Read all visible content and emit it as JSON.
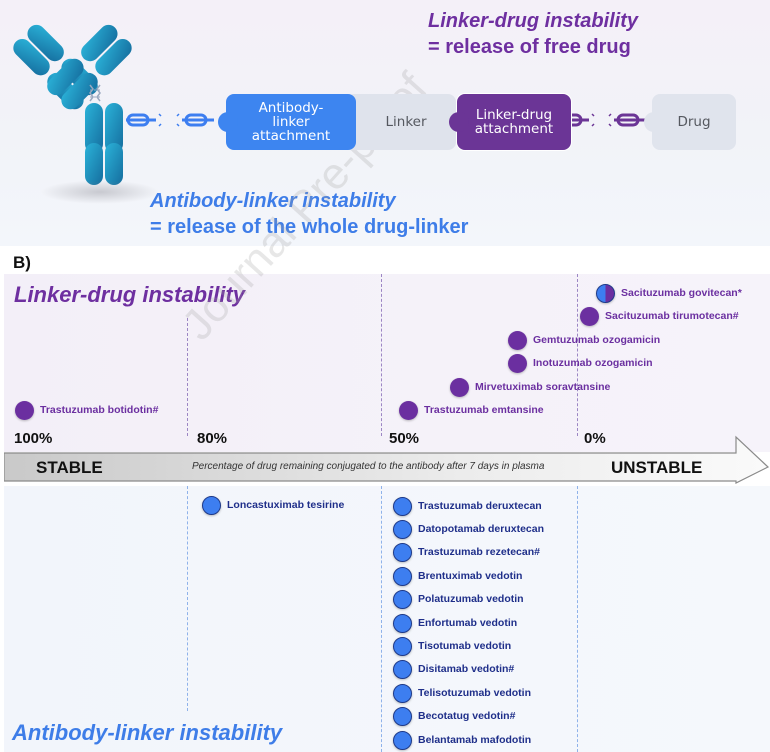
{
  "panel_a": {
    "linker_drug_title": "Linker-drug instability",
    "linker_drug_subtitle": "= release of free drug",
    "antibody_linker_title": "Antibody-linker instability",
    "antibody_linker_subtitle": "= release of the whole drug-linker",
    "pieces": {
      "antibody_linker_attachment": [
        "Antibody-",
        "linker",
        "attachment"
      ],
      "linker": "Linker",
      "linker_drug_attachment": [
        "Linker-drug",
        "attachment"
      ],
      "drug": "Drug"
    },
    "colors": {
      "antibody_linker": "#3d85f0",
      "linker_drug": "#6b3596",
      "neutral_piece": "#dfe3ec",
      "antibody": "#1e8fc0"
    }
  },
  "panel_b": {
    "label": "B)",
    "linker_drug_heading": "Linker-drug instability",
    "antibody_linker_heading": "Antibody-linker instability",
    "watermark": "Journal Pre-proof",
    "axis": {
      "left_label": "STABLE",
      "right_label": "UNSTABLE",
      "caption": "Percentage of drug remaining conjugated to the antibody after 7 days in plasma",
      "ticks": [
        "100%",
        "80%",
        "50%",
        "0%"
      ]
    },
    "linker_drug_adcs": [
      {
        "name": "Sacituzumab govitecan*",
        "type": "mixed"
      },
      {
        "name": "Sacituzumab tirumotecan#",
        "type": "ld"
      },
      {
        "name": "Gemtuzumab ozogamicin",
        "type": "ld"
      },
      {
        "name": "Inotuzumab ozogamicin",
        "type": "ld"
      },
      {
        "name": "Mirvetuximab soravtansine",
        "type": "ld"
      },
      {
        "name": "Trastuzumab emtansine",
        "type": "ld"
      },
      {
        "name": "Trastuzumab botidotin#",
        "type": "ld"
      }
    ],
    "antibody_linker_adcs": [
      {
        "name": "Loncastuximab tesirine"
      },
      {
        "name": "Trastuzumab deruxtecan"
      },
      {
        "name": "Datopotamab deruxtecan"
      },
      {
        "name": "Trastuzumab rezetecan#"
      },
      {
        "name": "Brentuximab vedotin"
      },
      {
        "name": "Polatuzumab vedotin"
      },
      {
        "name": "Enfortumab vedotin"
      },
      {
        "name": "Tisotumab vedotin"
      },
      {
        "name": "Disitamab vedotin#"
      },
      {
        "name": "Telisotuzumab vedotin"
      },
      {
        "name": "Becotatug vedotin#"
      },
      {
        "name": "Belantamab mafodotin"
      }
    ],
    "colors": {
      "linker_drug": "#6b2fa0",
      "antibody_linker": "#3d7ef0",
      "antibody_linker_text": "#1f2f8a"
    }
  }
}
